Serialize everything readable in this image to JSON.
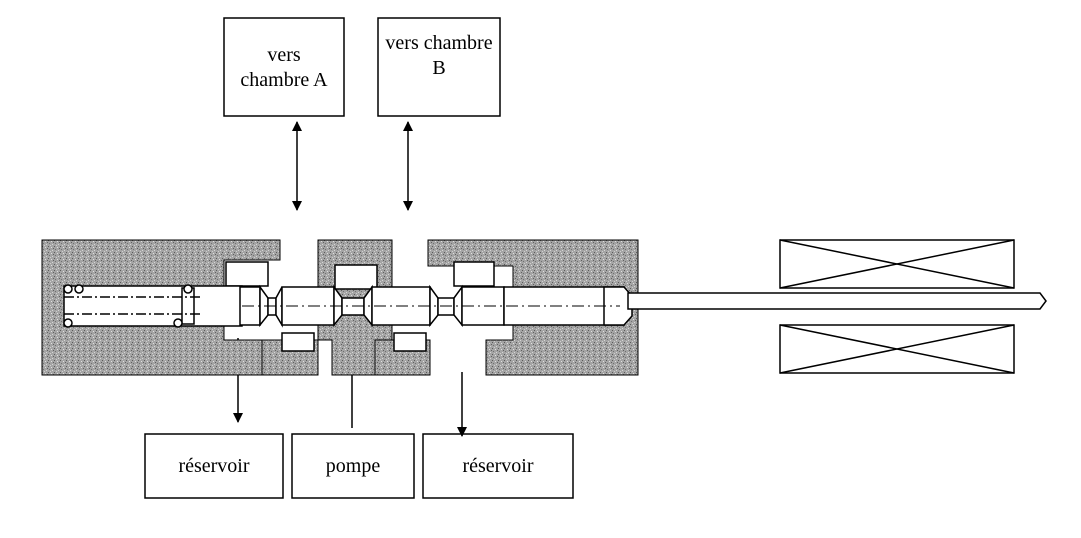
{
  "labels": {
    "chambre_a": [
      "vers",
      "chambre A"
    ],
    "chambre_b": [
      "vers chambre",
      "B"
    ],
    "reservoir_left": "réservoir",
    "pompe": "pompe",
    "reservoir_right": "réservoir"
  },
  "colors": {
    "ink": "#000000",
    "background": "#ffffff",
    "body_fill": "#a8a8a8"
  }
}
